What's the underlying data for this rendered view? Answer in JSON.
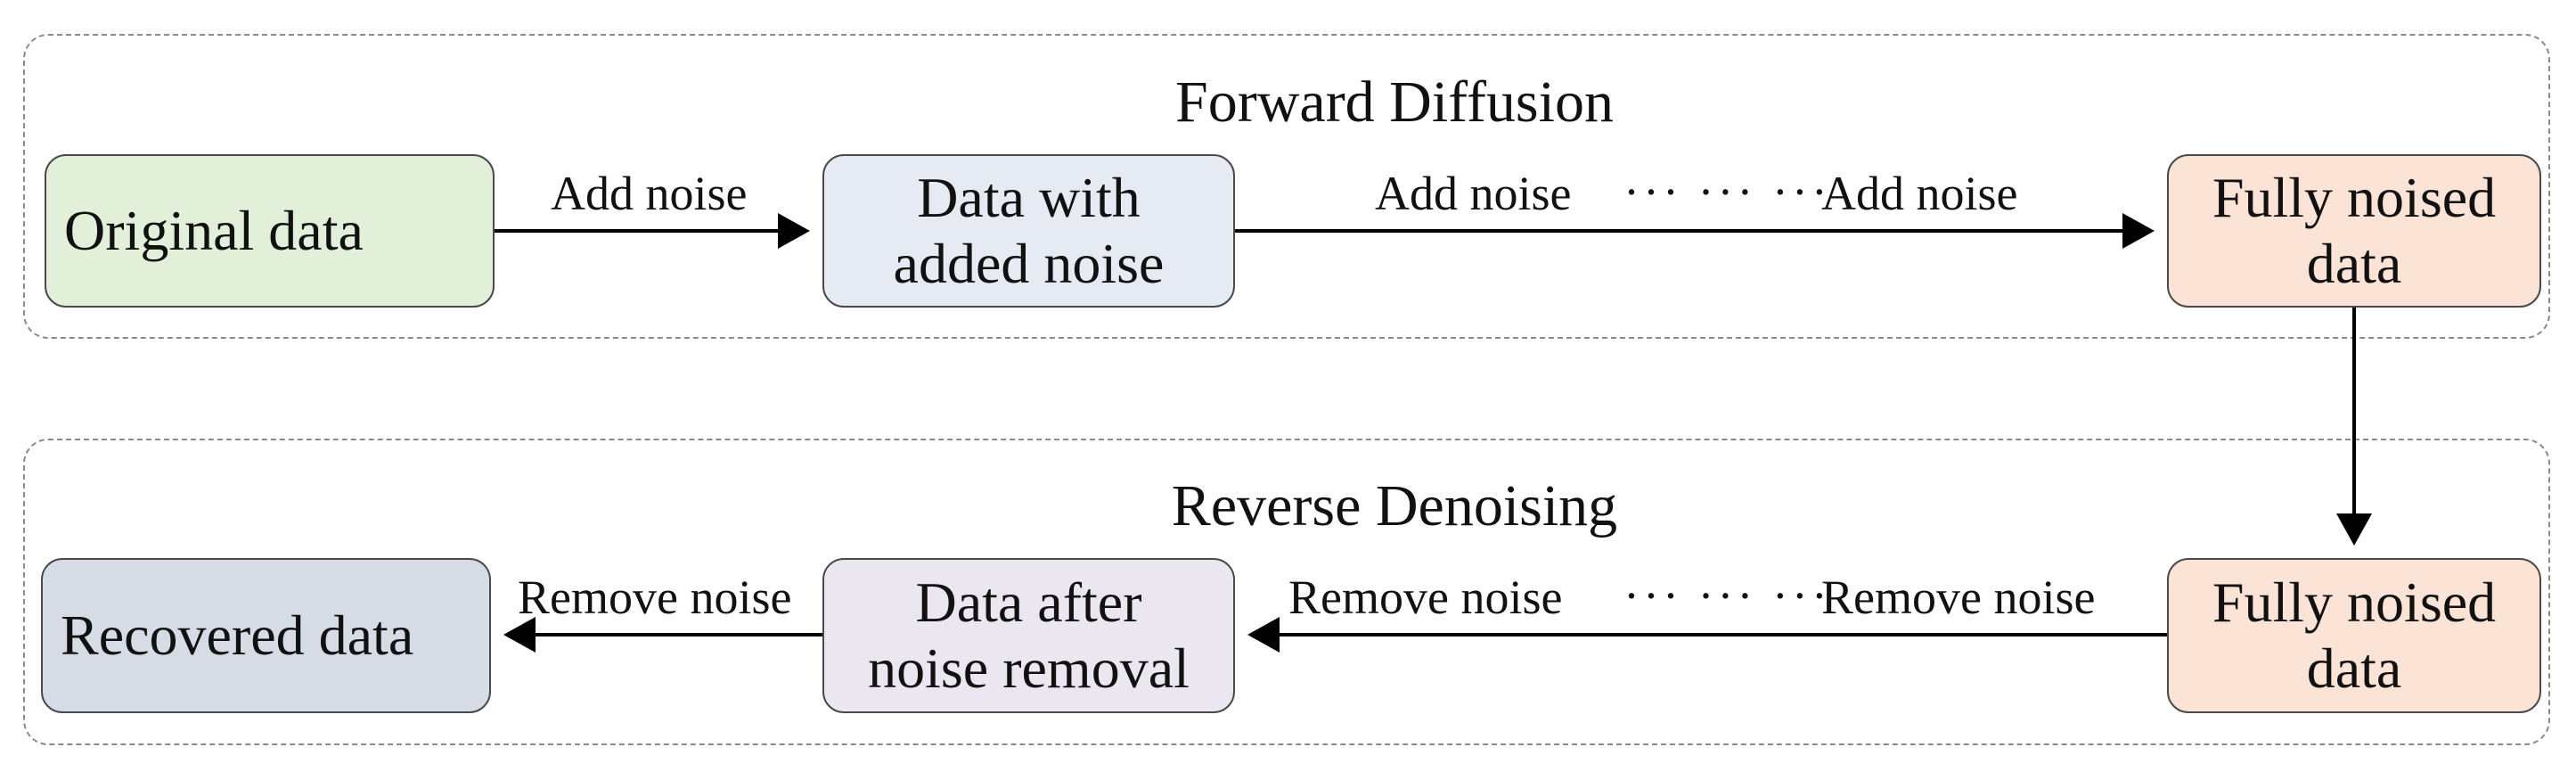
{
  "forward": {
    "title": "Forward Diffusion",
    "nodes": {
      "original": {
        "label": "Original data",
        "color": "#e2efd9"
      },
      "added": {
        "label": "Data with\nadded noise",
        "color": "#e6ebf3"
      },
      "noised": {
        "label": "Fully noised\ndata",
        "color": "#fbe4d5"
      }
    },
    "edges": {
      "add_noise_1": "Add noise",
      "add_noise_2": "Add noise",
      "ellipsis": "··· ··· ···",
      "add_noise_3": "Add noise"
    }
  },
  "reverse": {
    "title": "Reverse Denoising",
    "nodes": {
      "noised": {
        "label": "Fully noised\ndata",
        "color": "#fbe4d5"
      },
      "after": {
        "label": "Data after\nnoise removal",
        "color": "#ebe7f0"
      },
      "recovered": {
        "label": "Recovered data",
        "color": "#d5dce6"
      }
    },
    "edges": {
      "remove_noise_1": "Remove noise",
      "ellipsis": "··· ··· ···",
      "remove_noise_2": "Remove noise",
      "remove_noise_3": "Remove noise"
    }
  }
}
